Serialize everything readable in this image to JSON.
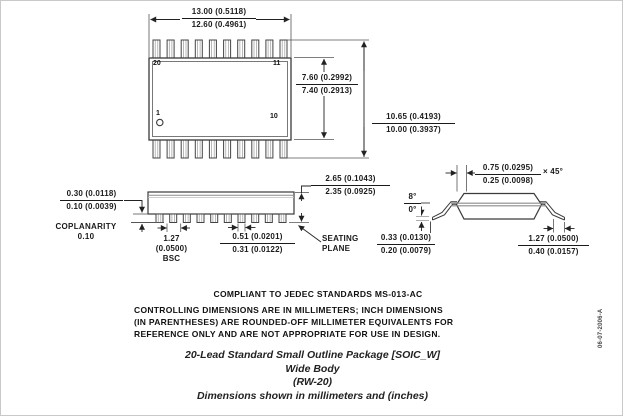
{
  "figure": {
    "rev_code": "06-07-2006-A",
    "pins": {
      "top_left": "20",
      "top_right": "11",
      "bottom_left": "1",
      "bottom_right": "10"
    },
    "dims": {
      "body_length": {
        "max": "13.00 (0.5118)",
        "min": "12.60 (0.4961)"
      },
      "body_width": {
        "max": "7.60 (0.2992)",
        "min": "7.40 (0.2913)"
      },
      "overall_width": {
        "max": "10.65 (0.4193)",
        "min": "10.00 (0.3937)"
      },
      "standoff": {
        "max": "0.30 (0.0118)",
        "min": "0.10 (0.0039)"
      },
      "coplanarity": {
        "label": "COPLANARITY",
        "value": "0.10"
      },
      "lead_pitch": {
        "value": "1.27",
        "inches": "(0.0500)",
        "basis": "BSC"
      },
      "lead_width": {
        "max": "0.51 (0.0201)",
        "min": "0.31 (0.0122)"
      },
      "package_height": {
        "max": "2.65 (0.1043)",
        "min": "2.35 (0.0925)"
      },
      "chamfer": {
        "max": "0.75 (0.0295)",
        "min": "0.25 (0.0098)",
        "angle": "× 45°"
      },
      "lead_angle": {
        "max": "8°",
        "min": "0°"
      },
      "lead_thickness": {
        "max": "0.33 (0.0130)",
        "min": "0.20 (0.0079)"
      },
      "foot_length": {
        "max": "1.27 (0.0500)",
        "min": "0.40 (0.0157)"
      }
    },
    "labels": {
      "seating_plane_line1": "SEATING",
      "seating_plane_line2": "PLANE"
    },
    "notes": {
      "compliance": "COMPLIANT TO JEDEC STANDARDS MS-013-AC",
      "line2": "CONTROLLING DIMENSIONS ARE IN MILLIMETERS; INCH DIMENSIONS",
      "line3": "(IN PARENTHESES) ARE ROUNDED-OFF MILLIMETER EQUIVALENTS FOR",
      "line4": "REFERENCE ONLY AND ARE NOT APPROPRIATE FOR USE IN DESIGN."
    },
    "title": {
      "line1": "20-Lead Standard Small Outline Package [SOIC_W]",
      "line2": "Wide Body",
      "line3": "(RW-20)",
      "line4": "Dimensions shown in millimeters and (inches)"
    }
  }
}
